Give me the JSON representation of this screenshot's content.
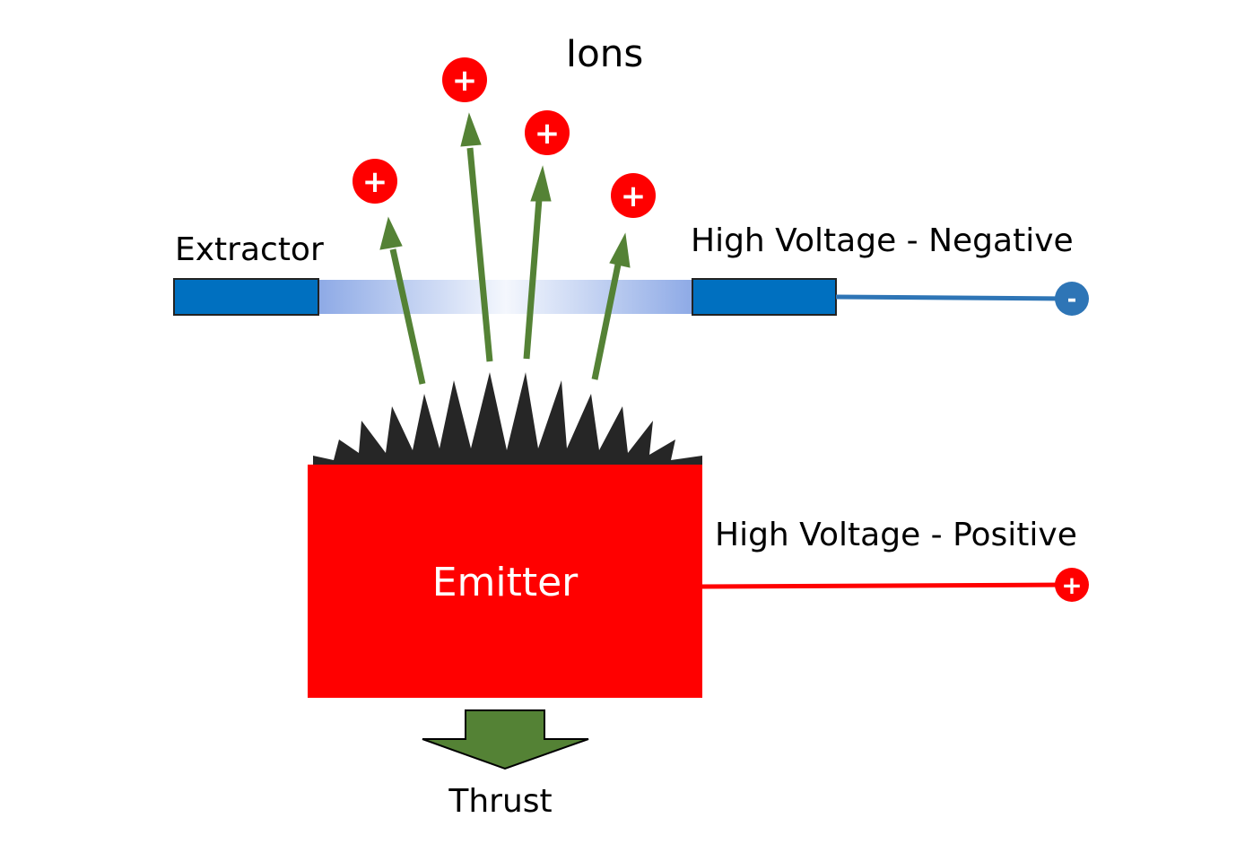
{
  "title": "Ions",
  "labels": {
    "extractor": "Extractor",
    "hv_negative": "High Voltage - Negative",
    "hv_positive": "High Voltage - Positive",
    "emitter": "Emitter",
    "thrust": "Thrust",
    "ions": "Ions"
  },
  "symbols": {
    "ion_charge": "+",
    "negative_terminal": "-",
    "positive_terminal": "+"
  },
  "ion_count": 4,
  "colors": {
    "emitter": "#ff0000",
    "extractor": "#0070c0",
    "negative_wire": "#2e75b6",
    "positive_wire": "#ff0000",
    "arrow": "#548235",
    "spikes": "#262626",
    "ion": "#ff0000"
  }
}
